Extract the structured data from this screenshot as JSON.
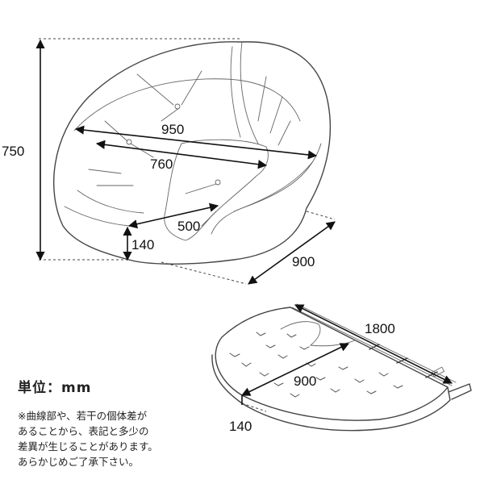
{
  "chair": {
    "height_label": "750",
    "width_outer_label": "950",
    "width_inner_label": "760",
    "seat_depth_label": "500",
    "seat_height_label": "140",
    "depth_label": "900"
  },
  "cushion": {
    "length_label": "1800",
    "width_label": "900",
    "thickness_label": "140"
  },
  "unit": {
    "label": "単位：mm"
  },
  "note": {
    "lines": [
      "※曲線部や、若干の個体差が",
      "あることから、表記と多少の",
      "差異が生じることがあります。",
      "あらかじめご了承下さい。"
    ]
  }
}
